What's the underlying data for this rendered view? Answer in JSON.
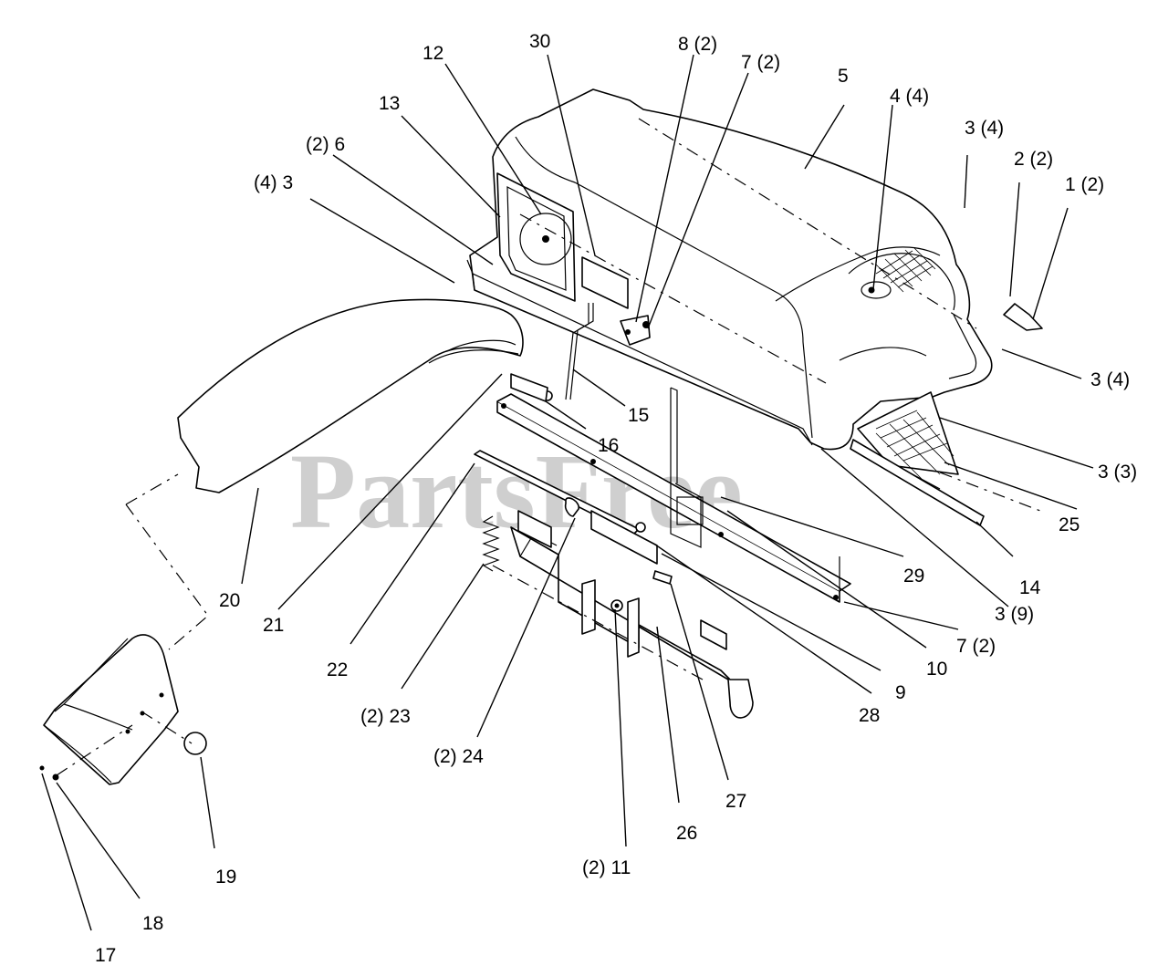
{
  "watermark": "PartsFree",
  "labels": [
    {
      "id": "12",
      "text": "12"
    },
    {
      "id": "30",
      "text": "30"
    },
    {
      "id": "8",
      "text": "8 (2)"
    },
    {
      "id": "7a",
      "text": "7 (2)"
    },
    {
      "id": "5",
      "text": "5"
    },
    {
      "id": "4",
      "text": "4  (4)"
    },
    {
      "id": "13",
      "text": "13"
    },
    {
      "id": "3a",
      "text": "3 (4)"
    },
    {
      "id": "2",
      "text": "2 (2)"
    },
    {
      "id": "1",
      "text": "1  (2)"
    },
    {
      "id": "6",
      "text": "(2) 6"
    },
    {
      "id": "3b",
      "text": "(4) 3"
    },
    {
      "id": "3c",
      "text": "3  (4)"
    },
    {
      "id": "15",
      "text": "15"
    },
    {
      "id": "16",
      "text": "16"
    },
    {
      "id": "3d",
      "text": "3  (3)"
    },
    {
      "id": "25",
      "text": "25"
    },
    {
      "id": "29",
      "text": "29"
    },
    {
      "id": "14",
      "text": "14"
    },
    {
      "id": "3e",
      "text": "3 (9)"
    },
    {
      "id": "20",
      "text": "20"
    },
    {
      "id": "21",
      "text": "21"
    },
    {
      "id": "7b",
      "text": "7 (2)"
    },
    {
      "id": "10",
      "text": "10"
    },
    {
      "id": "22",
      "text": "22"
    },
    {
      "id": "9",
      "text": "9"
    },
    {
      "id": "23",
      "text": "(2)  23"
    },
    {
      "id": "28",
      "text": "28"
    },
    {
      "id": "24",
      "text": "(2)  24"
    },
    {
      "id": "27",
      "text": "27"
    },
    {
      "id": "26",
      "text": "26"
    },
    {
      "id": "11",
      "text": "(2)  11"
    },
    {
      "id": "19",
      "text": "19"
    },
    {
      "id": "18",
      "text": "18"
    },
    {
      "id": "17",
      "text": "17"
    }
  ]
}
